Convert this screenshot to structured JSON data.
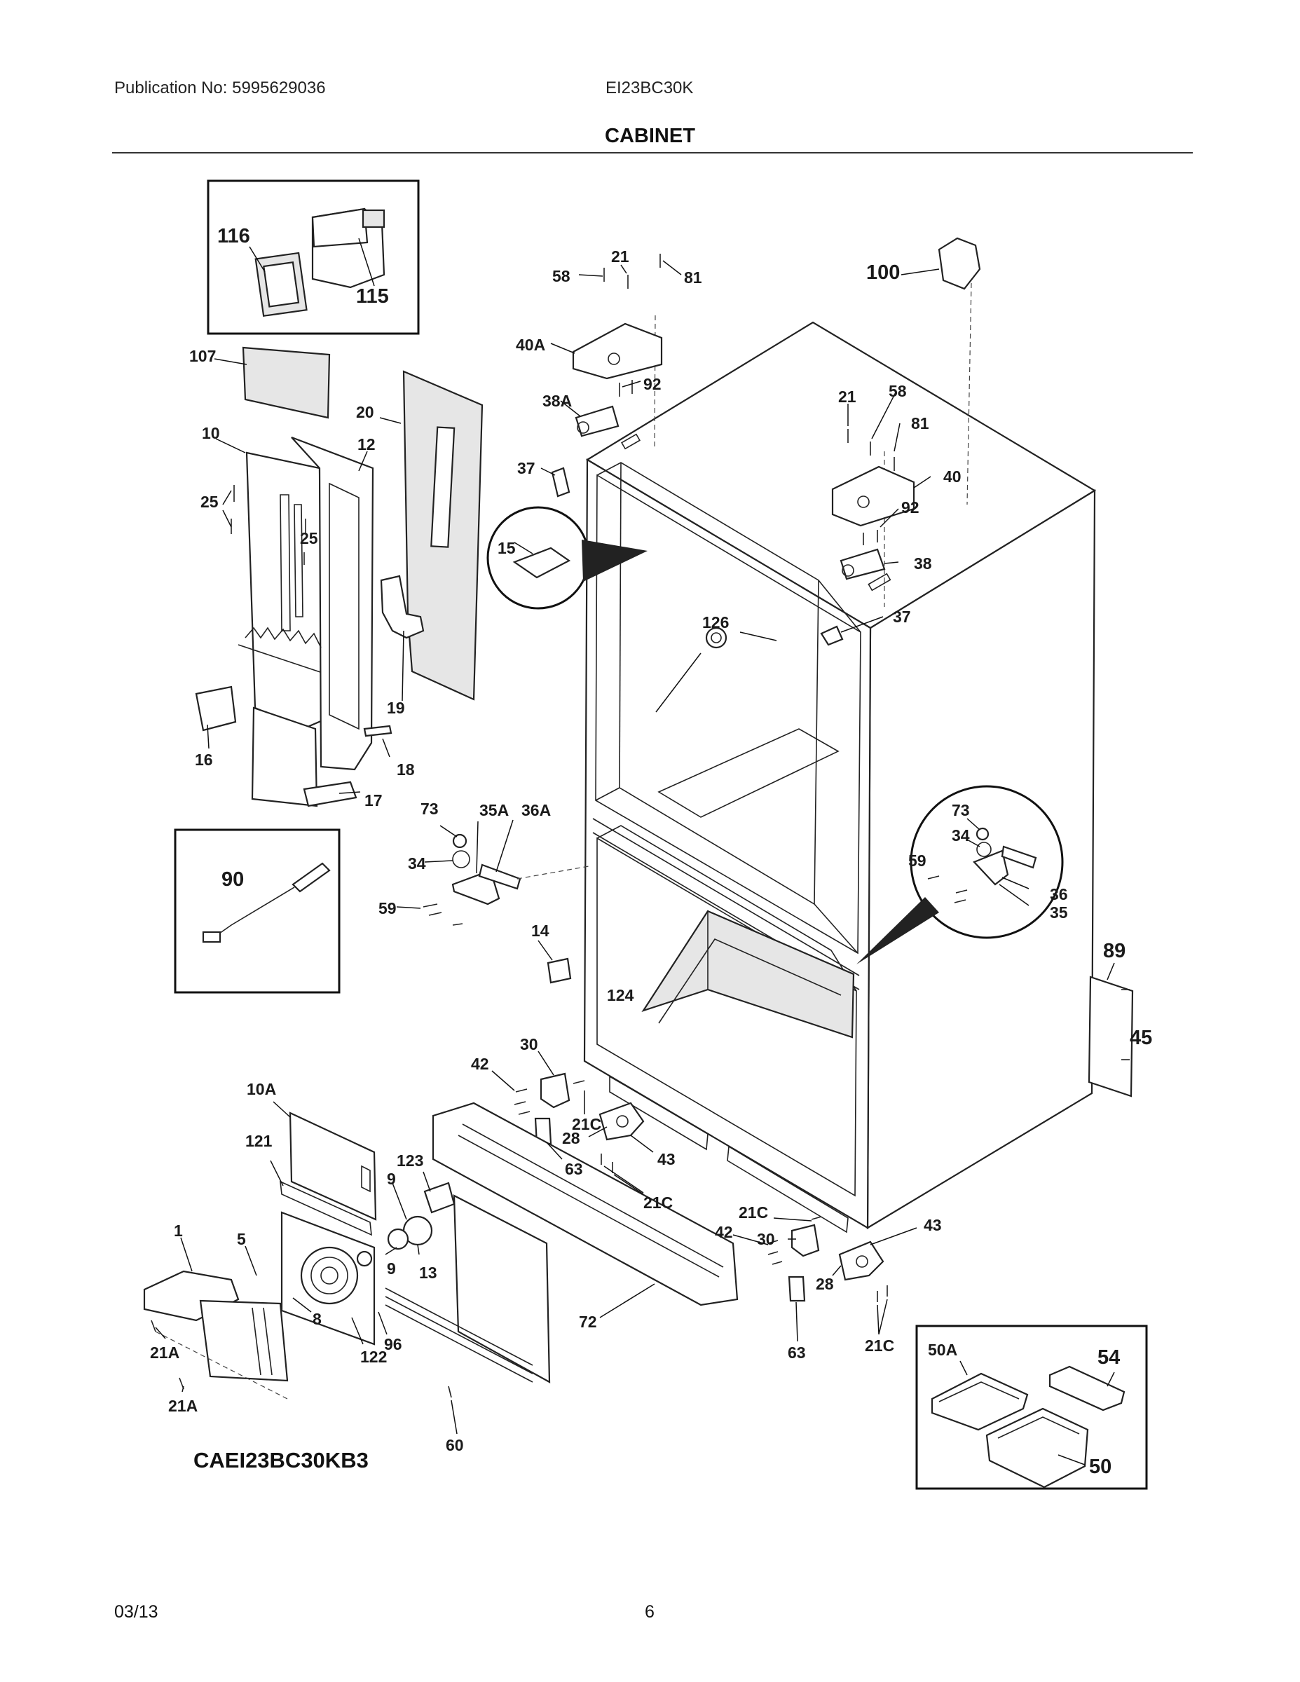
{
  "header": {
    "publication": "Publication No: 5995629036",
    "model": "EI23BC30K",
    "title": "CABINET"
  },
  "diagram": {
    "code": "CAEI23BC30KB3",
    "labels": {
      "p116": "116",
      "p115": "115",
      "p107": "107",
      "p10": "10",
      "p12": "12",
      "p25a": "25",
      "p25b": "25",
      "p20": "20",
      "p19": "19",
      "p16": "16",
      "p18": "18",
      "p17": "17",
      "p58a": "58",
      "p21a": "21",
      "p81a": "81",
      "p100": "100",
      "p40A": "40A",
      "p92a": "92",
      "p38A": "38A",
      "p37a": "37",
      "p15": "15",
      "p21b": "21",
      "p58b": "58",
      "p81b": "81",
      "p40": "40",
      "p92b": "92",
      "p38": "38",
      "p37b": "37",
      "p126": "126",
      "p73a": "73",
      "p35A": "35A",
      "p36A": "36A",
      "p34a": "34",
      "p59a": "59",
      "p90": "90",
      "p14": "14",
      "p124": "124",
      "p73b": "73",
      "p34b": "34",
      "p59b": "59",
      "p36": "36",
      "p35": "35",
      "p89": "89",
      "p45": "45",
      "p30a": "30",
      "p42a": "42",
      "p21Ca": "21C",
      "p28a": "28",
      "p63a": "63",
      "p43a": "43",
      "p21Cb": "21C",
      "p10A": "10A",
      "p121": "121",
      "p123": "123",
      "p9a": "9",
      "p9b": "9",
      "p13": "13",
      "p1": "1",
      "p5": "5",
      "p8": "8",
      "p96": "96",
      "p122": "122",
      "p21Aa": "21A",
      "p21Ab": "21A",
      "p60": "60",
      "p72": "72",
      "p21Cc": "21C",
      "p42b": "42",
      "p30b": "30",
      "p43b": "43",
      "p28b": "28",
      "p63b": "63",
      "p21Cd": "21C",
      "p50A": "50A",
      "p54": "54",
      "p50": "50"
    }
  },
  "footer": {
    "date": "03/13",
    "page": "6"
  }
}
